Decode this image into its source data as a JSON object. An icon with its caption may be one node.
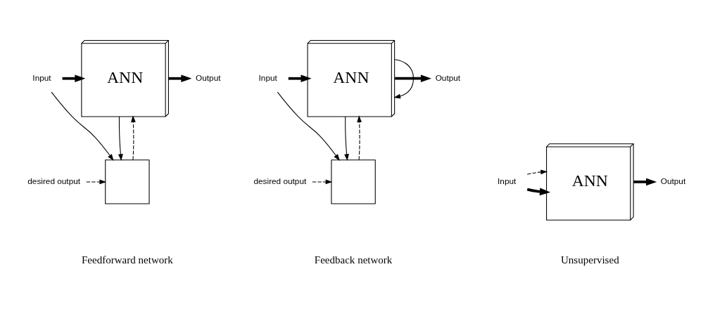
{
  "diagram": {
    "nodes": [
      {
        "text": [
          "Input"
        ]
      },
      {
        "text": [
          "ANN"
        ]
      },
      {
        "text": [
          "Output"
        ]
      },
      {
        "text": [],
        "shape": "box"
      },
      {
        "text": [
          "desired output"
        ]
      },
      {
        "text": [
          "Input"
        ]
      },
      {
        "text": [
          "ANN"
        ]
      },
      {
        "text": [
          "Output"
        ]
      },
      {
        "text": [],
        "shape": "box"
      },
      {
        "text": [
          "desired output"
        ]
      },
      {
        "text": [
          "Input"
        ]
      },
      {
        "text": [
          "ANN"
        ]
      },
      {
        "text": [
          "Output"
        ]
      }
    ],
    "edges": [
      {
        "from": 0,
        "to": 1,
        "arrow": "to",
        "style": "thick"
      },
      {
        "from": 1,
        "to": 2,
        "arrow": "to",
        "style": "thick"
      },
      {
        "from": 0,
        "to": 3,
        "arrow": "to"
      },
      {
        "from": 1,
        "to": 3,
        "arrow": "to"
      },
      {
        "from": 4,
        "to": 3,
        "arrow": "to",
        "style": "dashed"
      },
      {
        "from": 3,
        "to": 1,
        "arrow": "to",
        "style": "dashed"
      },
      {
        "from": 5,
        "to": 6,
        "arrow": "to",
        "style": "thick"
      },
      {
        "from": 6,
        "to": 7,
        "arrow": "to",
        "style": "thick"
      },
      {
        "from": 6,
        "to": 6,
        "arrow": "to"
      },
      {
        "from": 5,
        "to": 8,
        "arrow": "to"
      },
      {
        "from": 6,
        "to": 8,
        "arrow": "to"
      },
      {
        "from": 9,
        "to": 8,
        "arrow": "to",
        "style": "dashed"
      },
      {
        "from": 8,
        "to": 6,
        "arrow": "to",
        "style": "dashed"
      },
      {
        "from": 10,
        "to": 11,
        "arrow": "to",
        "style": "thick"
      },
      {
        "from": 11,
        "to": 12,
        "arrow": "to",
        "style": "thick"
      },
      {
        "from": 10,
        "to": 11,
        "arrow": "to",
        "style": "dashed"
      }
    ],
    "labels": [
      "Feedforward network",
      "Feedback network",
      "Unsupervised"
    ]
  }
}
